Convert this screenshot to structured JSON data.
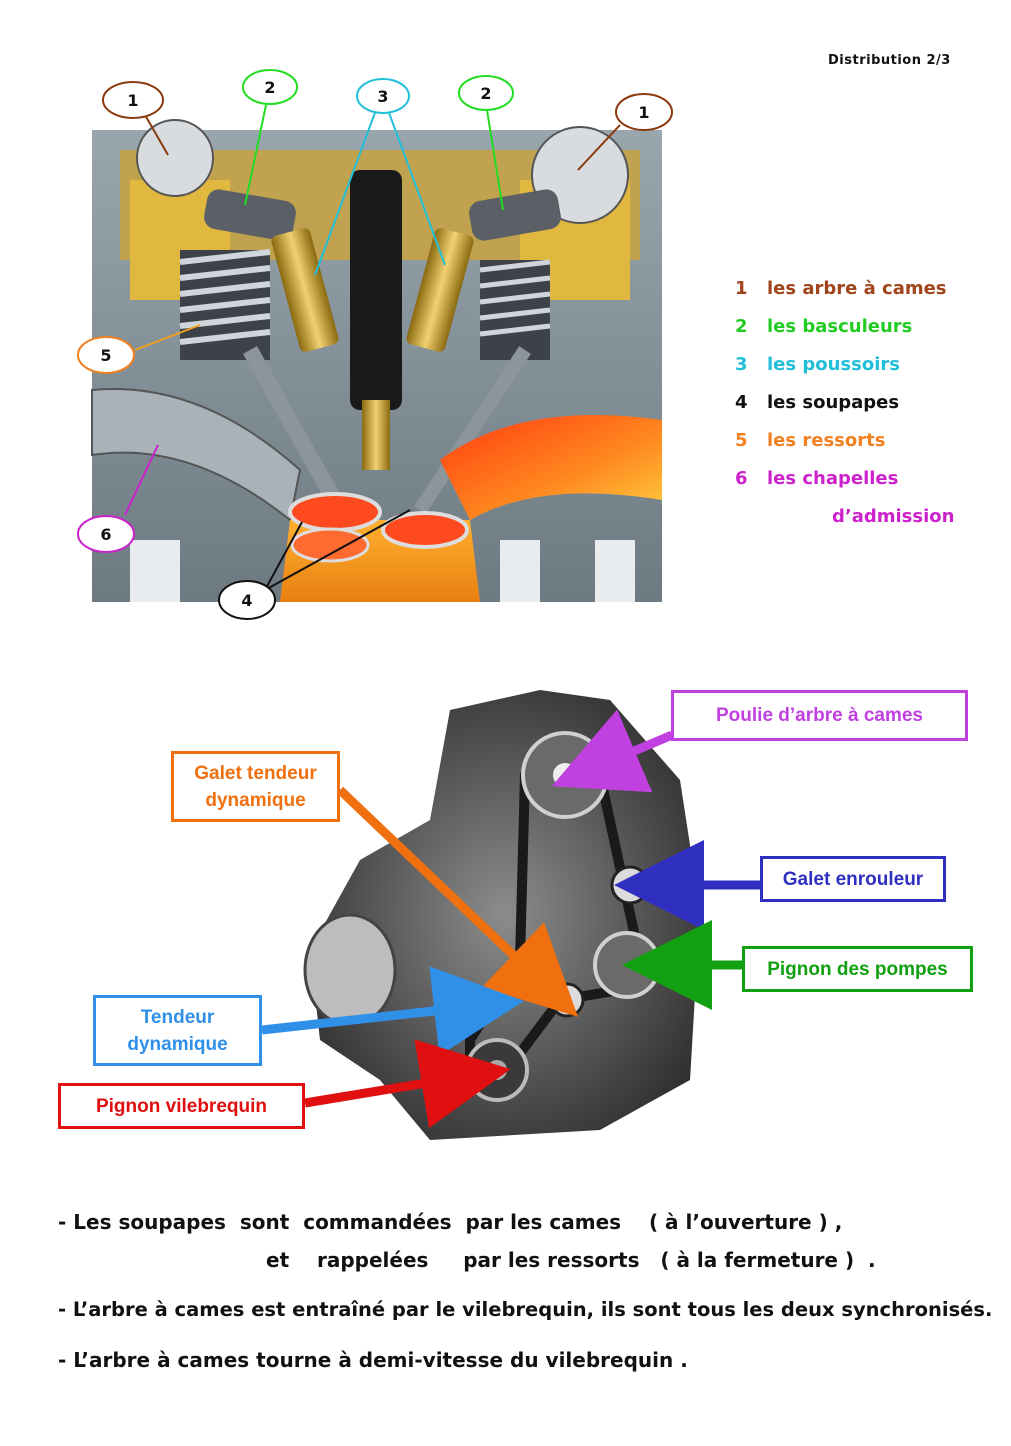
{
  "header": {
    "page_label": "Distribution  2/3"
  },
  "diagram1": {
    "bubbles": [
      "1",
      "2",
      "3",
      "2",
      "1",
      "5",
      "6",
      "4"
    ],
    "legend": [
      {
        "num": "1",
        "text": "les arbre à cames",
        "color": "#a0441a"
      },
      {
        "num": "2",
        "text": "les basculeurs",
        "color": "#22cc22"
      },
      {
        "num": "3",
        "text": "les poussoirs",
        "color": "#22bfd8"
      },
      {
        "num": "4",
        "text": "les soupapes",
        "color": "#111111"
      },
      {
        "num": "5",
        "text": "les ressorts",
        "color": "#f08020"
      },
      {
        "num": "6",
        "text": "les chapelles",
        "color": "#cc22cc"
      }
    ],
    "legend_cont": "d’admission"
  },
  "diagram2": {
    "callouts": {
      "poulie": "Poulie d’arbre à cames",
      "galet_tendeur": "Galet tendeur dynamique",
      "galet_enrouleur": "Galet enrouleur",
      "pignon_pompes": "Pignon des pompes",
      "tendeur": "Tendeur dynamique",
      "pignon_vilebrequin": "Pignon vilebrequin"
    },
    "colors": {
      "poulie": "#c040e0",
      "galet_tendeur": "#f07010",
      "galet_enrouleur": "#3030c0",
      "pignon_pompes": "#10a010",
      "tendeur": "#3090e8",
      "pignon_vilebrequin": "#e01010"
    }
  },
  "notes": {
    "line1": "- Les soupapes  sont  commandées  par les cames    ( à l’ouverture ) ,",
    "line2": "et    rappelées     par les ressorts   ( à la fermeture )  .",
    "line3": "- L’arbre à cames est entraîné par le vilebrequin, ils sont tous les deux synchronisés.",
    "line4": "- L’arbre à cames tourne à demi-vitesse du vilebrequin ."
  }
}
